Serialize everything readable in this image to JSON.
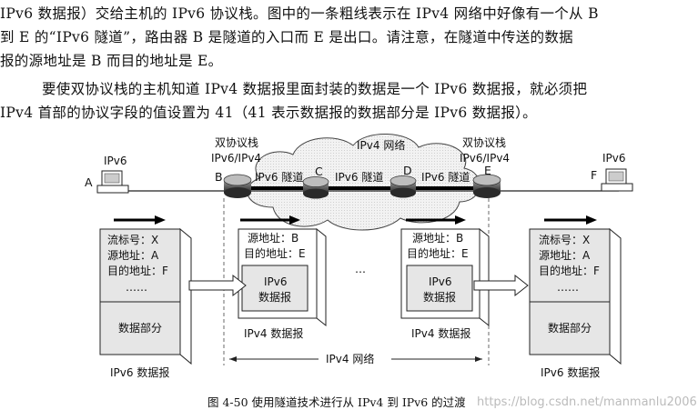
{
  "text": {
    "p1_lines": [
      "IPv6 数据报）交给主机的 IPv6 协议栈。图中的一条粗线表示在 IPv4 网络中好像有一个从 B",
      "到 E 的“IPv6 隧道”，路由器 B 是隧道的入口而 E 是出口。请注意，在隧道中传送的数据",
      "报的源地址是 B 而目的地址是 E。"
    ],
    "p2_lines": [
      "要使双协议栈的主机知道 IPv4 数据报里面封装的数据是一个 IPv6 数据报，就必须把",
      "IPv4 首部的协议字段的值设置为 41（41 表示数据报的数据部分是 IPv6 数据报）。"
    ]
  },
  "figure": {
    "host_a_label": "IPv6",
    "host_a_letter": "A",
    "host_f_label": "IPv6",
    "host_f_letter": "F",
    "router_b_top": "双协议栈",
    "router_b_sub": "IPv6/IPv4",
    "router_b_letter": "B",
    "router_e_top": "双协议栈",
    "router_e_sub": "IPv6/IPv4",
    "router_e_letter": "E",
    "router_c": "C",
    "router_d": "D",
    "cloud_label": "IPv4 网络",
    "tunnel_left": "IPv6 隧道",
    "tunnel_mid": "IPv6 隧道",
    "tunnel_right": "IPv6 隧道",
    "left_packet": {
      "fields": [
        "流标号：X",
        "源地址：A",
        "目的地址：F",
        "……"
      ],
      "data_part": "数据部分",
      "caption": "IPv6 数据报"
    },
    "right_packet": {
      "fields": [
        "流标号：X",
        "源地址：A",
        "目的地址：F",
        "……"
      ],
      "data_part": "数据部分",
      "caption": "IPv6 数据报"
    },
    "tunnel_packet_left": {
      "src": "源地址：B",
      "dst": "目的地址：E",
      "inner_1": "IPv6",
      "inner_2": "数据报",
      "caption": "IPv4 数据报"
    },
    "tunnel_packet_right": {
      "src": "源地址：B",
      "dst": "目的地址：E",
      "inner_1": "IPv6",
      "inner_2": "数据报",
      "caption": "IPv4 数据报"
    },
    "ellipsis": "…",
    "span_label": "IPv4 网络",
    "caption": "图 4-50    使用隧道技术进行从 IPv4 到 IPv6 的过渡",
    "watermark": "https://blog.csdn.net/manmanlu2006"
  }
}
